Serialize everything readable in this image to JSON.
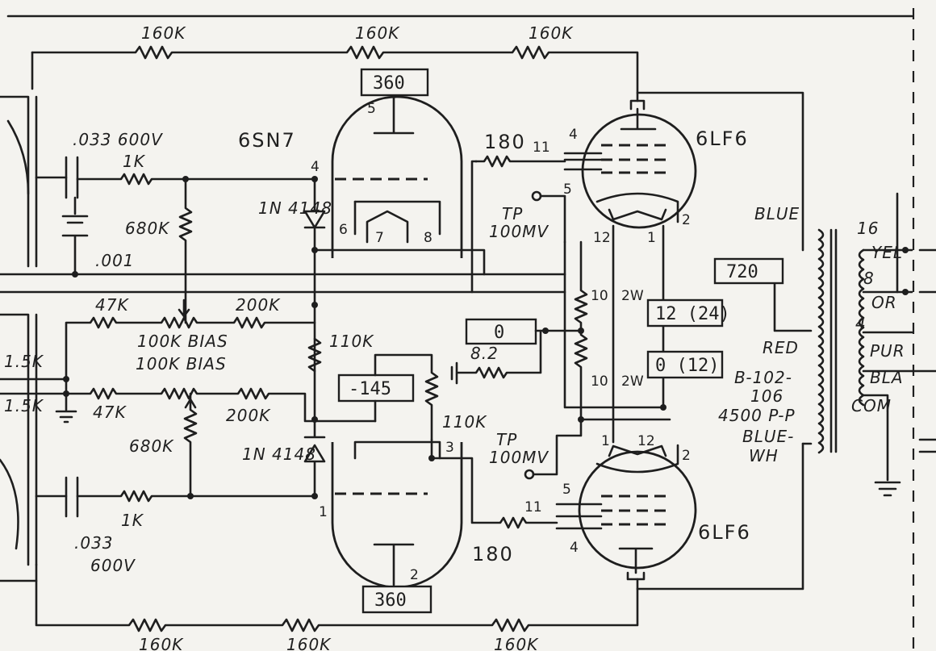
{
  "labels": {
    "r_top_left": "160K",
    "r_top_mid": "160K",
    "r_top_right": "160K",
    "r_bot_left": "160K",
    "r_bot_mid": "160K",
    "r_bot_right": "160K",
    "cap_top": ".033 600V",
    "cap_bot_value": ".033",
    "cap_bot_voltage": "600V",
    "r_1k_top": "1K",
    "r_1k_bot": "1K",
    "cap_small": ".001",
    "r_680k_top": "680K",
    "r_680k_bot": "680K",
    "r_47k_top": "47K",
    "r_47k_bot": "47K",
    "bias_1": "100K BIAS",
    "bias_2": "100K BIAS",
    "r_200k_top": "200K",
    "r_200k_bot": "200K",
    "r_1_5k_top": "1.5K",
    "r_1_5k_bot": "1.5K",
    "tube_6sn7": "6SN7",
    "diode_top": "1N 4148",
    "diode_bot": "1N 4148",
    "r_110k_left": "110K",
    "r_110k_right": "110K",
    "r_180_top": "180",
    "r_180_bot": "180",
    "tp_top_1": "TP",
    "tp_top_2": "100MV",
    "tp_bot_1": "TP",
    "tp_bot_2": "100MV",
    "r_8_2": "8.2",
    "r_10_top": "10",
    "r_10_bot": "10",
    "watt_top": "2W",
    "watt_bot": "2W",
    "tube_6lf6_top": "6LF6",
    "tube_6lf6_bot": "6LF6",
    "wire_blue": "BLUE",
    "wire_red": "RED",
    "xfmr_1": "B-102-",
    "xfmr_2": "106",
    "xfmr_3": "4500 P-P",
    "wire_blue_wh_1": "BLUE-",
    "wire_blue_wh_2": "WH",
    "tap_16": "16",
    "tap_yel": "YEL",
    "tap_8": "8",
    "tap_or": "OR",
    "tap_4": "4",
    "tap_pur": "PUR",
    "tap_bla": "BLA",
    "tap_com": "COM"
  },
  "voltages": {
    "v_360_top": "360",
    "v_360_bot": "360",
    "v_neg145": "-145",
    "v_0": "0",
    "v_720": "720",
    "v_12_24": "12 (24)",
    "v_0_12": "0 (12)"
  },
  "pins": {
    "sn7_5": "5",
    "sn7_4": "4",
    "sn7_6": "6",
    "sn7_7": "7",
    "sn7_8": "8",
    "sn7_3": "3",
    "sn7_1": "1",
    "sn7_2": "2",
    "lf_t4": "4",
    "lf_t11": "11",
    "lf_t5": "5",
    "lf_t2": "2",
    "lf_t12": "12",
    "lf_t1": "1",
    "lf_b1": "1",
    "lf_b12": "12",
    "lf_b2": "2",
    "lf_b5": "5",
    "lf_b11": "11",
    "lf_b4": "4"
  }
}
